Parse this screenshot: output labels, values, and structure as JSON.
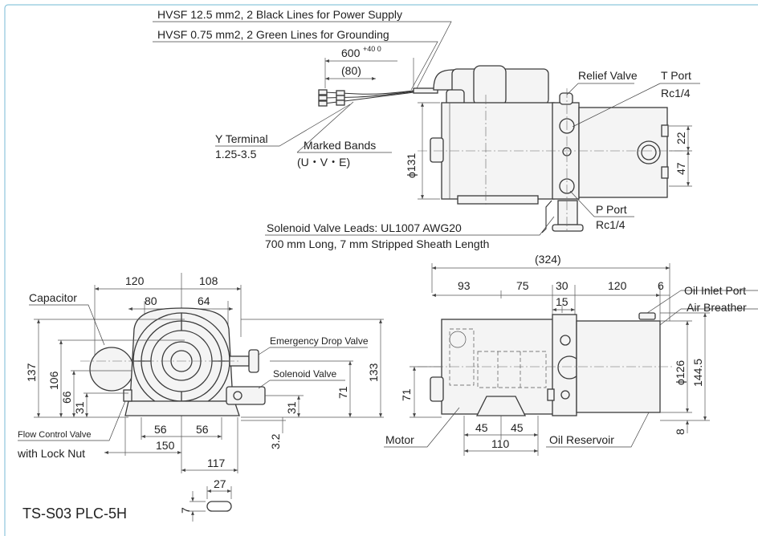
{
  "title": "TS-S03 PLC-5H",
  "labels": {
    "power_supply": "HVSF 12.5 mm2, 2 Black Lines for Power Supply",
    "grounding": "HVSF 0.75 mm2, 2 Green Lines for Grounding",
    "relief_valve": "Relief Valve",
    "t_port": "T Port",
    "t_port_thread": "Rc1/4",
    "y_terminal": "Y Terminal",
    "y_terminal_spec": "1.25-3.5",
    "marked_bands": "Marked Bands",
    "marked_bands_spec": "(U・V・E)",
    "p_port": "P Port",
    "p_port_thread": "Rc1/4",
    "solenoid_leads": "Solenoid Valve Leads: UL1007 AWG20",
    "solenoid_leads_spec": "700 mm Long, 7 mm Stripped Sheath Length",
    "capacitor": "Capacitor",
    "emergency_drop_valve": "Emergency Drop Valve",
    "solenoid_valve": "Solenoid Valve",
    "flow_control_valve": "Flow Control Valve",
    "flow_control_valve_2": "with Lock Nut",
    "oil_inlet_port": "Oil Inlet Port",
    "air_breather": "Air Breather",
    "motor": "Motor",
    "oil_reservoir": "Oil Reservoir"
  },
  "dims": {
    "lead_600": "600",
    "lead_tol": "+40 0",
    "lead_80": "(80)",
    "d131": "ϕ131",
    "d22": "22",
    "d47": "47",
    "d324": "(324)",
    "d93": "93",
    "d75": "75",
    "d30": "30",
    "d120b": "120",
    "d6": "6",
    "d15": "15",
    "d126": "ϕ126",
    "d144_5": "144.5",
    "d71b": "71",
    "d8": "8",
    "d45a": "45",
    "d45b": "45",
    "d110": "110",
    "d120": "120",
    "d108": "108",
    "d80": "80",
    "d64": "64",
    "d137": "137",
    "d106": "106",
    "d66": "66",
    "d31": "31",
    "d133": "133",
    "d71": "71",
    "d31b": "31",
    "d3_2": "3.2",
    "d56a": "56",
    "d56b": "56",
    "d150": "150",
    "d117": "117",
    "d27": "27",
    "d7": "7"
  }
}
